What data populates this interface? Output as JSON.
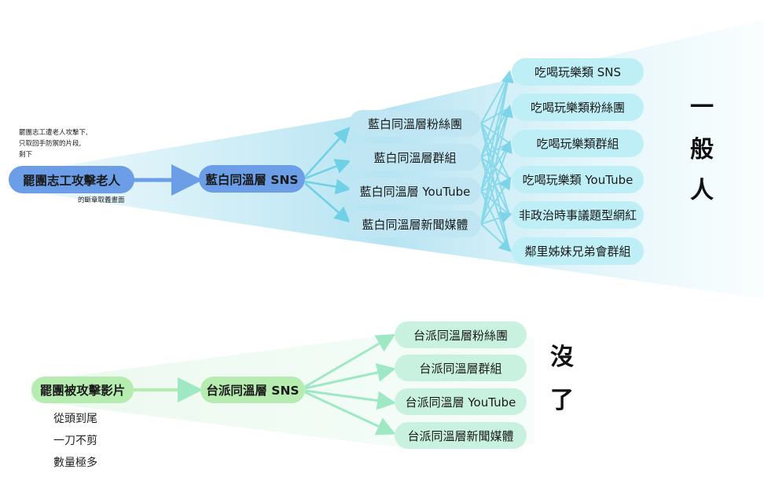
{
  "top": {
    "source": "罷團志工攻擊老人",
    "note_above": [
      "罷團志工遭老人攻擊下,",
      "只取回手防禦的片段,",
      "剩下"
    ],
    "note_below": "的斷章取義畫面",
    "hub": "藍白同溫層 SNS",
    "level1": [
      "藍白同溫層粉絲團",
      "藍白同溫層群組",
      "藍白同溫層 YouTube",
      "藍白同溫層新聞媒體"
    ],
    "level2": [
      "吃喝玩樂類 SNS",
      "吃喝玩樂類粉絲團",
      "吃喝玩樂類群組",
      "吃喝玩樂類 YouTube",
      "非政治時事議題型網紅",
      "鄰里姊妹兄弟會群組"
    ],
    "audience": [
      "一",
      "般",
      "人"
    ]
  },
  "bottom": {
    "source": "罷團被攻擊影片",
    "notes": [
      "從頭到尾",
      "一刀不剪",
      "數量極多"
    ],
    "hub": "台派同溫層 SNS",
    "level1": [
      "台派同溫層粉絲團",
      "台派同溫層群組",
      "台派同溫層 YouTube",
      "台派同溫層新聞媒體"
    ],
    "audience": [
      "沒",
      "了"
    ]
  },
  "colors": {
    "blue_main": "#6b9ee6",
    "blue_light": "#bfe6f2",
    "blue_arrow": "#6fd0e6",
    "green_main": "#b6ecb0",
    "green_light": "#c8f2df",
    "green_arrow": "#9fe8c4"
  }
}
